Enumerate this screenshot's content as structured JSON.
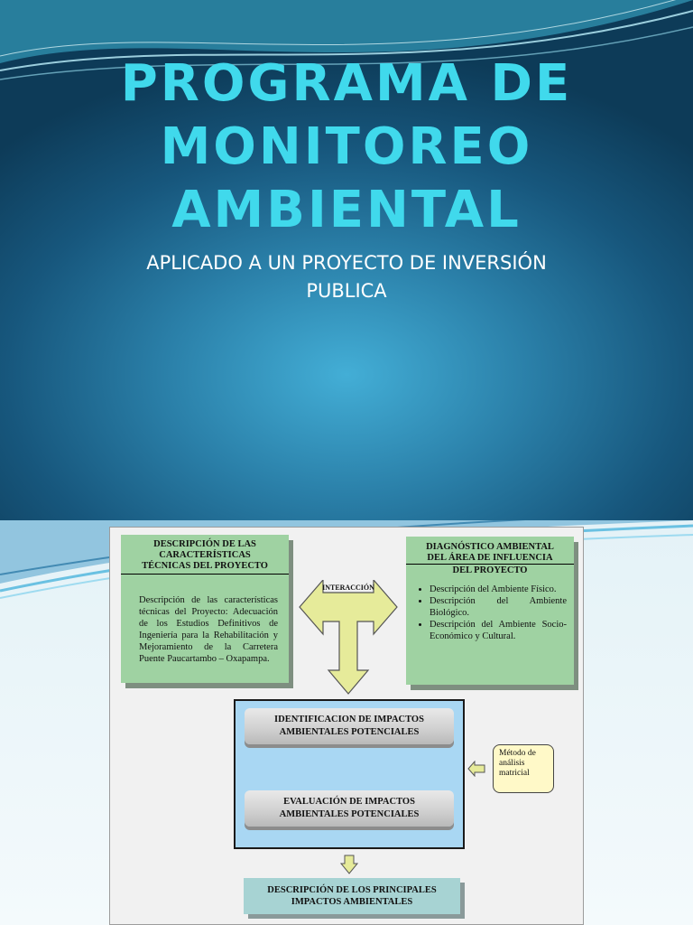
{
  "slide1": {
    "title_lines": [
      "PROGRAMA DE",
      "MONITOREO",
      "AMBIENTAL"
    ],
    "subtitle_lines": [
      "APLICADO A UN PROYECTO DE INVERSIÓN",
      "PUBLICA"
    ],
    "colors": {
      "title": "#40d9ec",
      "subtitle": "#ffffff",
      "background_center": "#43aed6",
      "background_edge": "#0d3b58"
    }
  },
  "slide2": {
    "box_left": {
      "heading_lines": [
        "DESCRIPCIÓN DE LAS",
        "CARACTERÍSTICAS",
        "TÉCNICAS DEL PROYECTO"
      ],
      "body": "Descripción de las características técnicas del Proyecto: Adecuación de los Estudios Definitivos de Ingeniería para la Rehabilitación y Mejoramiento de la Carretera Puente Paucartambo – Oxapampa."
    },
    "box_right": {
      "heading_lines": [
        "DIAGNÓSTICO AMBIENTAL",
        "DEL ÁREA DE INFLUENCIA"
      ],
      "subheading": "DEL PROYECTO",
      "items": [
        "Descripción del Ambiente Físico.",
        "Descripción del Ambiente Biológico.",
        "Descripción del Ambiente Socio-Económico y Cultural."
      ]
    },
    "interaction_label": "INTERACCIÓN",
    "identification_lines": [
      "IDENTIFICACION DE IMPACTOS",
      "AMBIENTALES POTENCIALES"
    ],
    "evaluation_lines": [
      "EVALUACIÓN DE IMPACTOS",
      "AMBIENTALES POTENCIALES"
    ],
    "method_note_lines": [
      "Método de",
      "análisis",
      "matricial"
    ],
    "final_lines": [
      "DESCRIPCIÓN DE LOS PRINCIPALES",
      "IMPACTOS AMBIENTALES"
    ],
    "colors": {
      "green_box": "#9fd2a2",
      "blue_frame": "#a9d7f3",
      "note": "#fff9c8",
      "bottom_box": "#a7d3d3",
      "arrow": "#e6eb9a"
    }
  }
}
